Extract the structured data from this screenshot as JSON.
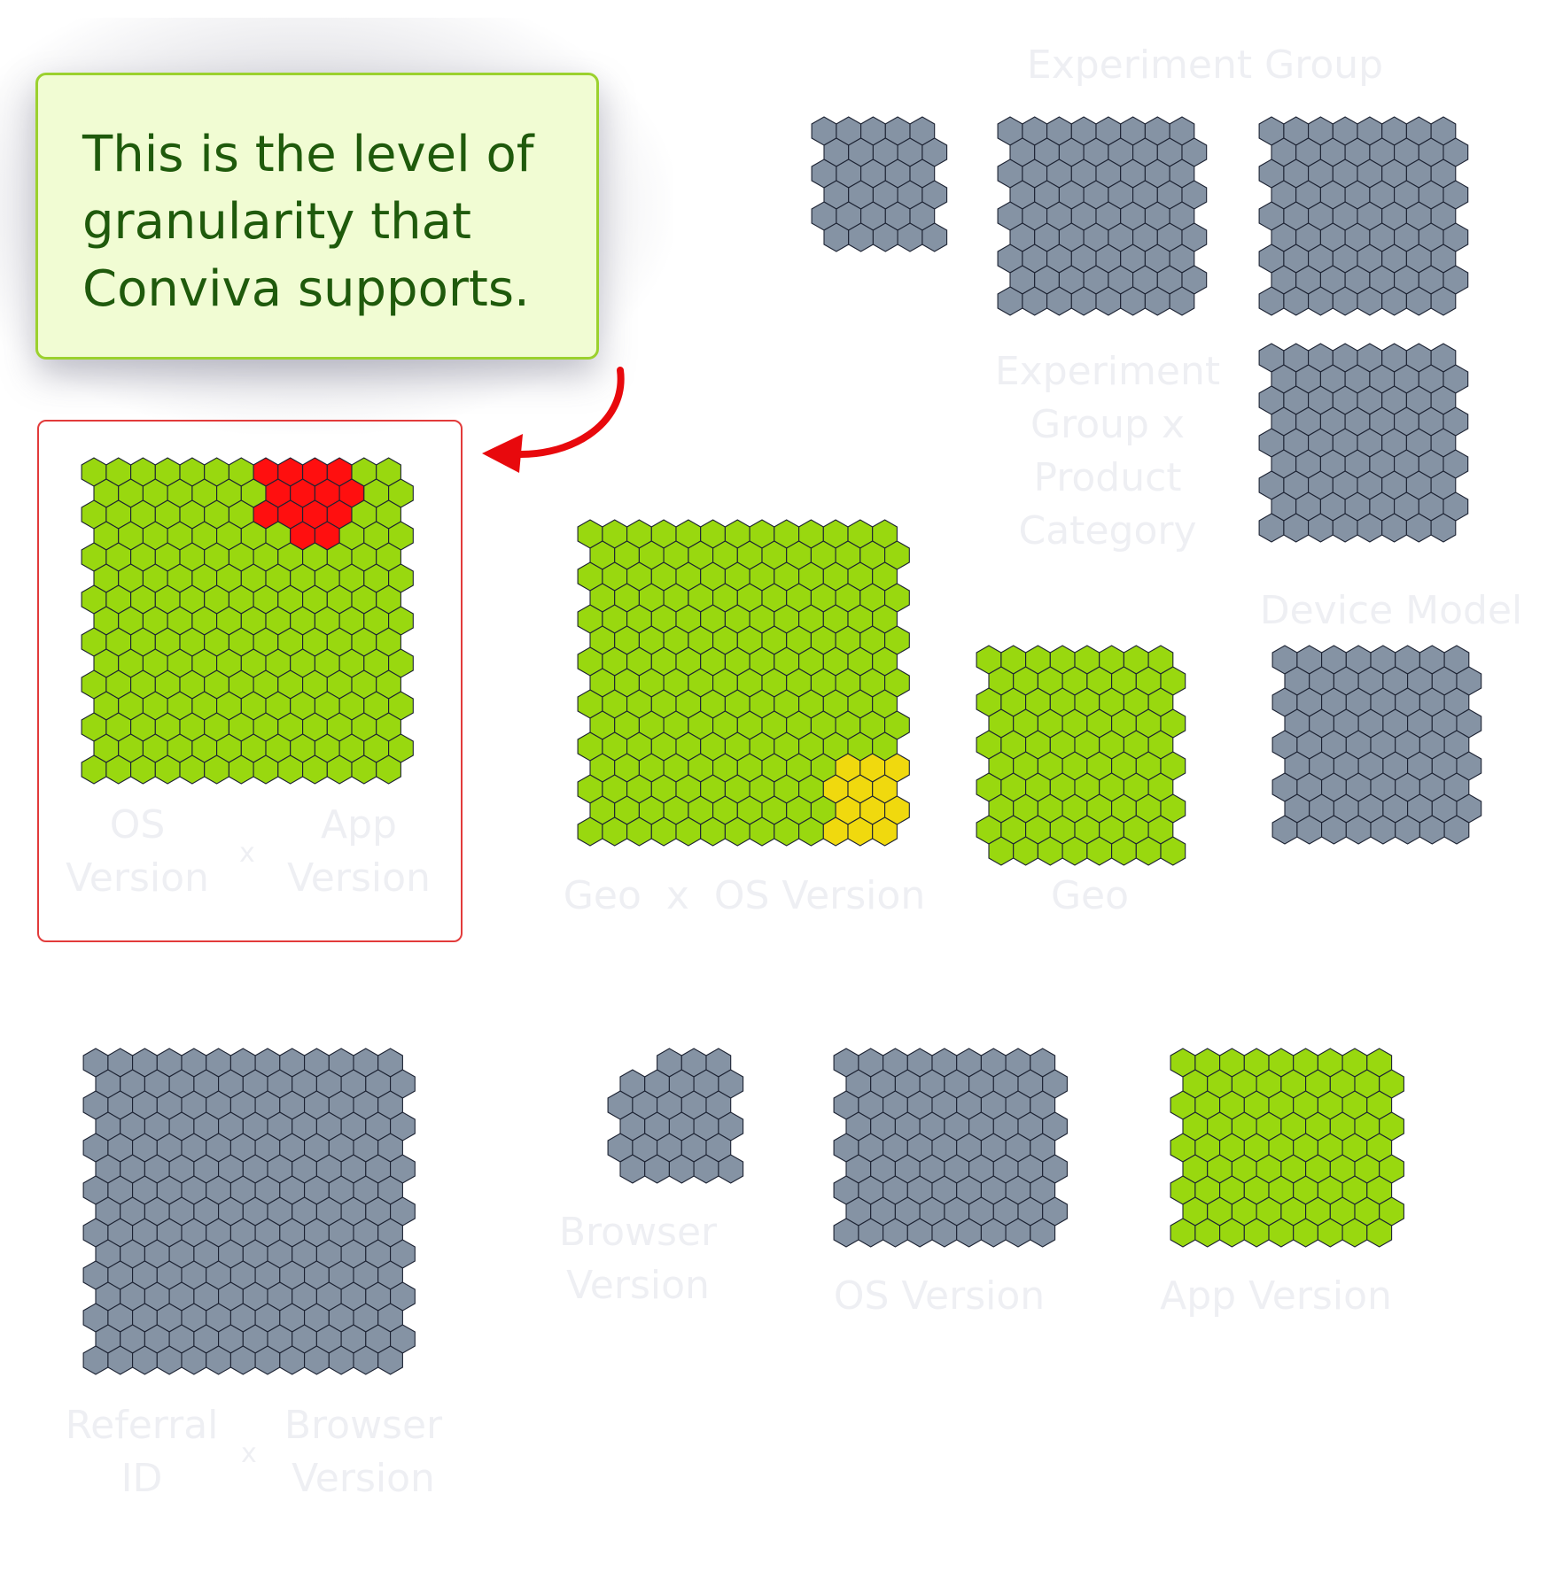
{
  "callout": {
    "text": "This is the level of granularity that Conviva supports.",
    "background": "#f1fcd3",
    "border": "#9bd12e",
    "text_color": "#1f5a0c"
  },
  "icons": {
    "arrow": "curved-arrow-icon"
  },
  "colors": {
    "gray": "#8593a4",
    "green": "#99d80f",
    "red": "#ff0f0f",
    "yellow": "#f0d90e",
    "outline": "#1d2333",
    "arrow": "#e8090d",
    "label": "#eeeff3"
  },
  "labels": {
    "experiment_group": "Experiment Group",
    "experiment_group_x_product_category": [
      "Experiment",
      "Group x",
      "Product",
      "Category"
    ],
    "device_model": "Device Model",
    "os_x_app": {
      "left": [
        "OS",
        "Version"
      ],
      "cross": "x",
      "right": [
        "App",
        "Version"
      ]
    },
    "geo_x_os": "Geo  x  OS Version",
    "geo": "Geo",
    "referral_x_browser": {
      "left": [
        "Referral",
        "ID"
      ],
      "cross": "x",
      "right": [
        "Browser",
        "Version"
      ]
    },
    "browser_version": [
      "Browser",
      "Version"
    ],
    "os_version": "OS Version",
    "app_version": "App Version"
  },
  "clusters": [
    {
      "name": "experiment-group-small",
      "fill": "gray"
    },
    {
      "name": "experiment-group-medium",
      "fill": "gray"
    },
    {
      "name": "experiment-group-large",
      "fill": "gray"
    },
    {
      "name": "experiment-group-x-product-category",
      "fill": "gray"
    },
    {
      "name": "os-version-x-app-version",
      "fill": "green",
      "highlight": "red"
    },
    {
      "name": "geo-x-os-version",
      "fill": "green",
      "highlight": "yellow"
    },
    {
      "name": "geo",
      "fill": "green"
    },
    {
      "name": "device-model",
      "fill": "gray"
    },
    {
      "name": "referral-id-x-browser-version",
      "fill": "gray"
    },
    {
      "name": "browser-version",
      "fill": "gray"
    },
    {
      "name": "os-version",
      "fill": "gray"
    },
    {
      "name": "app-version",
      "fill": "green"
    }
  ]
}
